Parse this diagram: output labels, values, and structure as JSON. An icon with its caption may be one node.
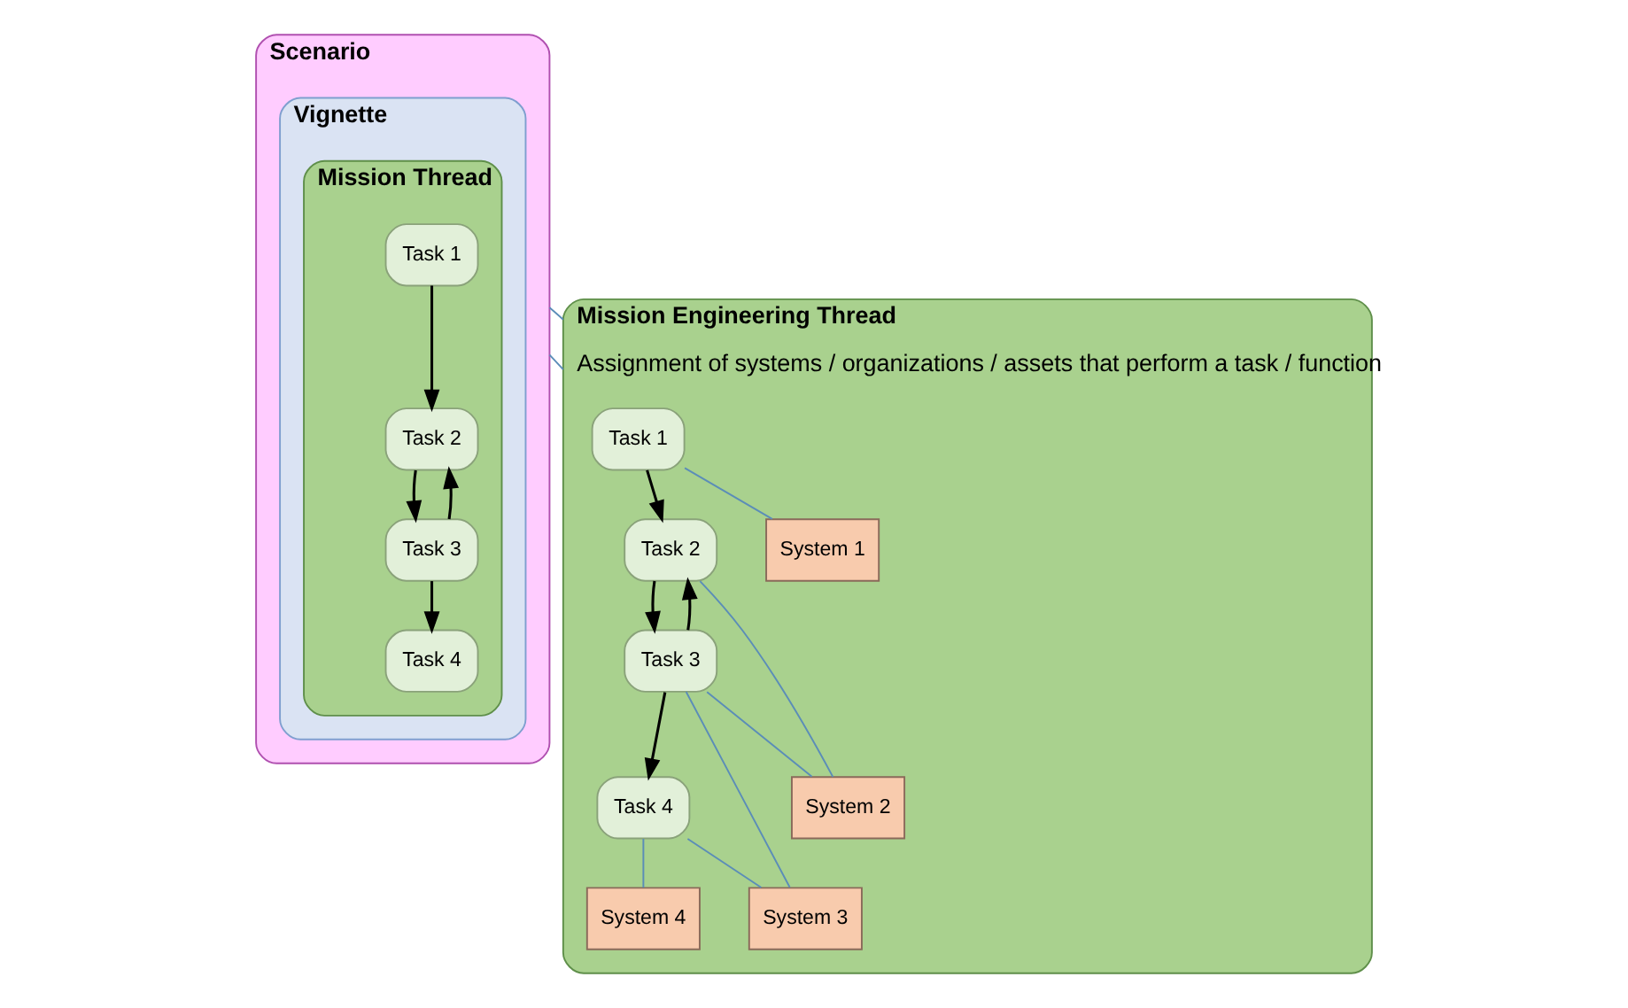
{
  "diagram": {
    "nodes": [
      {
        "text": [
          "Scenario"
        ]
      },
      {
        "text": [
          "Vignette"
        ],
        "in": 0
      },
      {
        "text": [
          "Mission Thread"
        ],
        "in": 1
      },
      {
        "text": [
          "Task 1"
        ],
        "in": 2
      },
      {
        "text": [
          "Task 2"
        ],
        "in": 2
      },
      {
        "text": [
          "Task 3"
        ],
        "in": 2
      },
      {
        "text": [
          "Task 4"
        ],
        "in": 2
      },
      {
        "text": [
          "Mission Engineering Thread",
          "Assignment of systems / organizations / assets that perform a task / function"
        ]
      },
      {
        "text": [
          "Task 1"
        ],
        "in": 7
      },
      {
        "text": [
          "Task 2"
        ],
        "in": 7
      },
      {
        "text": [
          "Task 3"
        ],
        "in": 7
      },
      {
        "text": [
          "Task 4"
        ],
        "in": 7
      },
      {
        "text": [
          "System 1"
        ],
        "in": 7
      },
      {
        "text": [
          "System 2"
        ],
        "in": 7
      },
      {
        "text": [
          "System 3"
        ],
        "in": 7
      },
      {
        "text": [
          "System 4"
        ],
        "in": 7
      }
    ],
    "edges": [
      {
        "from": 3,
        "to": 4,
        "arrow": "to"
      },
      {
        "from": 4,
        "to": 5,
        "arrow": "to"
      },
      {
        "from": 5,
        "to": 4,
        "arrow": "to"
      },
      {
        "from": 5,
        "to": 6,
        "arrow": "to"
      },
      {
        "from": 0,
        "to": 7,
        "arrow": "none",
        "color": "#5b8db8"
      },
      {
        "from": 0,
        "to": 7,
        "arrow": "none",
        "color": "#5b8db8"
      },
      {
        "from": 8,
        "to": 9,
        "arrow": "to"
      },
      {
        "from": 9,
        "to": 10,
        "arrow": "to"
      },
      {
        "from": 10,
        "to": 9,
        "arrow": "to"
      },
      {
        "from": 10,
        "to": 11,
        "arrow": "to"
      },
      {
        "from": 8,
        "to": 12,
        "arrow": "none",
        "color": "#5b8db8"
      },
      {
        "from": 9,
        "to": 13,
        "arrow": "none",
        "color": "#5b8db8"
      },
      {
        "from": 10,
        "to": 13,
        "arrow": "none",
        "color": "#5b8db8"
      },
      {
        "from": 10,
        "to": 14,
        "arrow": "none",
        "color": "#5b8db8"
      },
      {
        "from": 11,
        "to": 14,
        "arrow": "none",
        "color": "#5b8db8"
      },
      {
        "from": 11,
        "to": 15,
        "arrow": "none",
        "color": "#5b8db8"
      }
    ]
  }
}
